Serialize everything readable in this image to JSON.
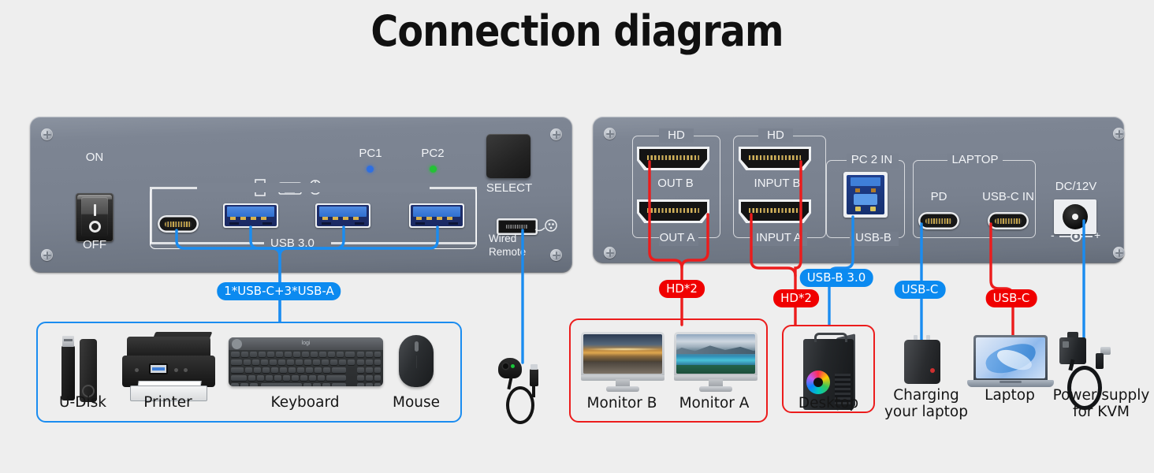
{
  "title": "Connection diagram",
  "colors": {
    "background": "#eeeeee",
    "panel": "#79818f",
    "cable_blue": "#1a8cf0",
    "cable_red": "#ec1c1c",
    "badge_blue": "#0b8af0",
    "badge_red": "#f00000",
    "led_pc1": "#2f6fe0",
    "led_pc2": "#23c235"
  },
  "left_panel": {
    "power_switch": {
      "on_label": "ON",
      "off_label": "OFF",
      "state_marks": [
        "I",
        "O"
      ]
    },
    "peripheral_icons": [
      "usb-flash-drive-icon",
      "printer-icon",
      "keyboard-icon",
      "mouse-icon"
    ],
    "usb_group_label": "USB 3.0",
    "leds": [
      {
        "label": "PC1",
        "color": "#2f6fe0"
      },
      {
        "label": "PC2",
        "color": "#23c235"
      }
    ],
    "select_label": "SELECT",
    "remote_label_line1": "Wired",
    "remote_label_line2": "Remote",
    "ports": [
      {
        "name": "usb-c",
        "type": "USB-C"
      },
      {
        "name": "usb-a-1",
        "type": "USB-A"
      },
      {
        "name": "usb-a-2",
        "type": "USB-A"
      },
      {
        "name": "usb-a-3",
        "type": "USB-A"
      },
      {
        "name": "micro-usb-remote",
        "type": "Micro-USB"
      }
    ]
  },
  "right_panel": {
    "hd_group_out_label": "HD",
    "hd_group_in_label": "HD",
    "out_b_label": "OUT B",
    "out_a_label": "OUT A",
    "input_b_label": "INPUT B",
    "input_a_label": "INPUT A",
    "pc2_in_label": "PC 2 IN",
    "usb_b_label": "USB-B",
    "laptop_group_label": "LAPTOP",
    "pd_label": "PD",
    "usb_c_in_label": "USB-C IN",
    "dc_label": "DC/12V",
    "polarity_minus": "-",
    "polarity_plus": "+"
  },
  "badges": [
    {
      "id": "usb-bundle",
      "text": "1*USB-C+3*USB-A",
      "color": "blue"
    },
    {
      "id": "hd-out",
      "text": "HD*2",
      "color": "red"
    },
    {
      "id": "hd-in",
      "text": "HD*2",
      "color": "red"
    },
    {
      "id": "usb-b-30",
      "text": "USB-B 3.0",
      "color": "blue"
    },
    {
      "id": "usb-c-pd",
      "text": "USB-C",
      "color": "blue"
    },
    {
      "id": "usb-c-in",
      "text": "USB-C",
      "color": "red"
    }
  ],
  "devices": [
    {
      "id": "u-disk",
      "label": "U-Disk"
    },
    {
      "id": "printer",
      "label": "Printer"
    },
    {
      "id": "keyboard",
      "label": "Keyboard"
    },
    {
      "id": "mouse",
      "label": "Mouse"
    },
    {
      "id": "monitor-b",
      "label": "Monitor B"
    },
    {
      "id": "monitor-a",
      "label": "Monitor A"
    },
    {
      "id": "desktop",
      "label": "Desktop"
    },
    {
      "id": "charger",
      "label": "Charging\nyour laptop"
    },
    {
      "id": "laptop",
      "label": "Laptop"
    },
    {
      "id": "power-supply",
      "label": "Power supply\nfor KVM"
    }
  ],
  "device_labels": {
    "u_disk": "U-Disk",
    "printer": "Printer",
    "keyboard": "Keyboard",
    "mouse": "Mouse",
    "monitor_b": "Monitor B",
    "monitor_a": "Monitor A",
    "desktop": "Desktop",
    "charger_l1": "Charging",
    "charger_l2": "your laptop",
    "laptop": "Laptop",
    "psu_l1": "Power supply",
    "psu_l2": "for KVM"
  }
}
